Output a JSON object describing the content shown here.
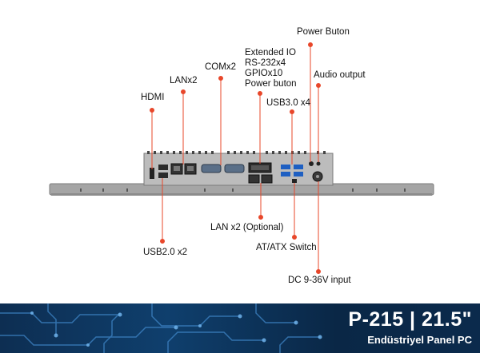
{
  "labels": {
    "hdmi": "HDMI",
    "lan_x2": "LANx2",
    "com_x2": "COMx2",
    "extended_io": "Extended IO\nRS-232x4\nGPIOx10\nPower buton",
    "power_button": "Power Buton",
    "usb3_x4": "USB3.0 x4",
    "audio_output": "Audio output",
    "usb2_x2": "USB2.0 x2",
    "lan_x2_optional": "LAN x2 (Optional)",
    "at_atx_switch": "AT/ATX Switch",
    "dc_input": "DC 9-36V input"
  },
  "banner": {
    "title": "P-215 | 21.5\"",
    "subtitle": "Endüstriyel Panel PC"
  },
  "colors": {
    "callout": "#e8472a",
    "device_body": "#b8b8b8",
    "bezel": "#9a9a9a",
    "banner": "#0f3f6d"
  }
}
